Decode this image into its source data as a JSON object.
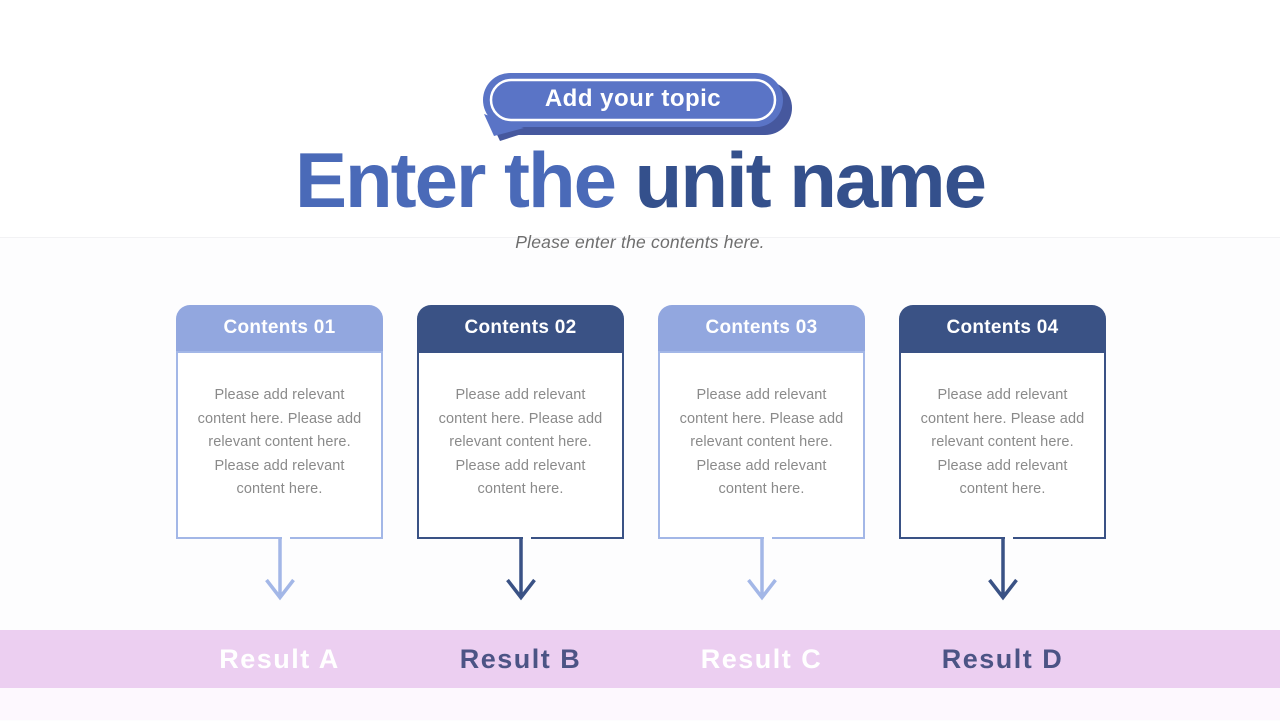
{
  "badge": {
    "label": "Add your topic"
  },
  "title": {
    "part_light": "Enter the ",
    "part_dark": "unit name"
  },
  "subtitle": "Please enter the contents here.",
  "columns": [
    {
      "header": "Contents 01",
      "tone": "light",
      "body_lines": [
        "Please add relevant",
        "content here. Please add",
        "relevant content here.",
        "Please add relevant",
        "content here."
      ]
    },
    {
      "header": "Contents 02",
      "tone": "dark",
      "body_lines": [
        "Please add relevant",
        "content here. Please add",
        "relevant content here.",
        "Please add relevant",
        "content here."
      ]
    },
    {
      "header": "Contents 03",
      "tone": "light",
      "body_lines": [
        "Please add relevant",
        "content here. Please add",
        "relevant content here.",
        "Please add relevant",
        "content here."
      ]
    },
    {
      "header": "Contents 04",
      "tone": "dark",
      "body_lines": [
        "Please add relevant",
        "content here. Please add",
        "relevant content here.",
        "Please add relevant",
        "content here."
      ]
    }
  ],
  "results": [
    {
      "label": "Result A",
      "tone": "light"
    },
    {
      "label": "Result B",
      "tone": "dark"
    },
    {
      "label": "Result C",
      "tone": "light"
    },
    {
      "label": "Result D",
      "tone": "dark"
    }
  ],
  "colors": {
    "pill_main": "#5a74c6",
    "pill_shadow": "#46589e",
    "pill_stroke": "#ffffff",
    "title_light": "#4a6ab8",
    "title_dark": "#34508c",
    "subtitle_gray": "#6e6e6e",
    "header_light": "#92a7df",
    "header_dark": "#3a5285",
    "border_light": "#a3b7e7",
    "border_dark": "#3a5285",
    "body_text": "#8a8a8a",
    "band_pink": "#eccff1",
    "result_light": "#ffffff",
    "result_dark": "#4c5485"
  }
}
